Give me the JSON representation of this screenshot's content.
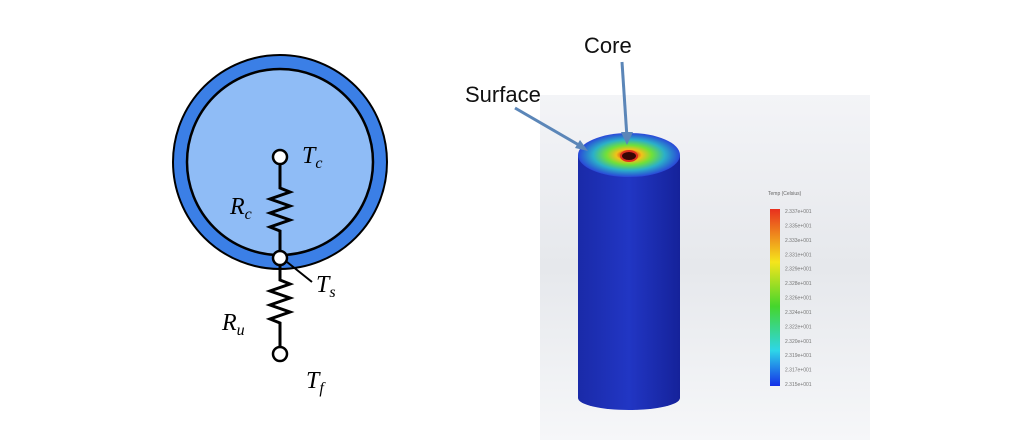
{
  "circuit": {
    "labels": {
      "tc": "T",
      "tc_sub": "c",
      "rc": "R",
      "rc_sub": "c",
      "ts": "T",
      "ts_sub": "s",
      "ru": "R",
      "ru_sub": "u",
      "tf": "T",
      "tf_sub": "f"
    },
    "colors": {
      "outer_ring": "#3b7fe6",
      "inner": "#8fbcf6"
    }
  },
  "simulation": {
    "annotations": {
      "core": "Core",
      "surface": "Surface"
    },
    "legend": {
      "title": "Temp (Celsius)",
      "values": [
        "2.337e+001",
        "2.335e+001",
        "2.333e+001",
        "2.331e+001",
        "2.329e+001",
        "2.328e+001",
        "2.326e+001",
        "2.324e+001",
        "2.322e+001",
        "2.320e+001",
        "2.319e+001",
        "2.317e+001",
        "2.315e+001"
      ]
    },
    "colors": {
      "cylinder": "#1a2fb8",
      "hot": "#e0321e"
    }
  }
}
